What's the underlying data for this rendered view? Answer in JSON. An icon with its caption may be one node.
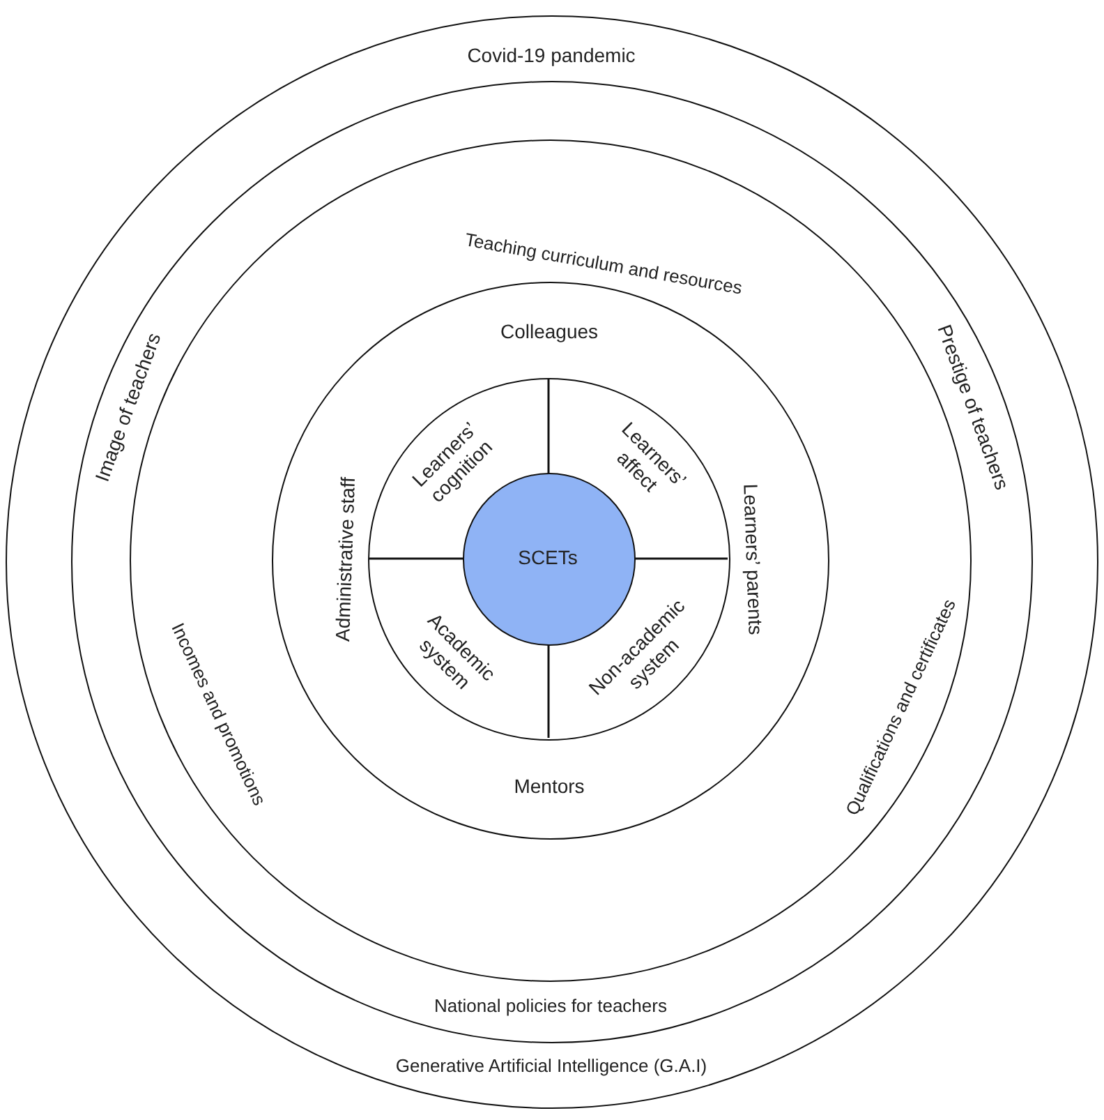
{
  "diagram": {
    "nodes": [
      {
        "text": [
          "Covid-19 pandemic",
          "Generative Artificial Intelligence (G.A.I)"
        ]
      },
      {
        "text": [
          "Image of teachers",
          "Prestige of teachers",
          "National policies for teachers"
        ],
        "in": 0
      },
      {
        "text": [
          "Teaching curriculum and resources",
          "Incomes and promotions",
          "Qualifications and certificates"
        ],
        "in": 1
      },
      {
        "text": [
          "Colleagues",
          "Administrative staff",
          "Learners’ parents",
          "Mentors"
        ],
        "in": 2
      },
      {
        "text": [],
        "shape": "circle",
        "in": 3
      },
      {
        "text": [
          "Learners’ cognition"
        ],
        "in": 4
      },
      {
        "text": [
          "Learners’ affect"
        ],
        "in": 4
      },
      {
        "text": [
          "Academic system"
        ],
        "in": 4
      },
      {
        "text": [
          "Non-academic system"
        ],
        "in": 4
      },
      {
        "text": [
          "SCETs"
        ],
        "in": 4
      }
    ]
  }
}
